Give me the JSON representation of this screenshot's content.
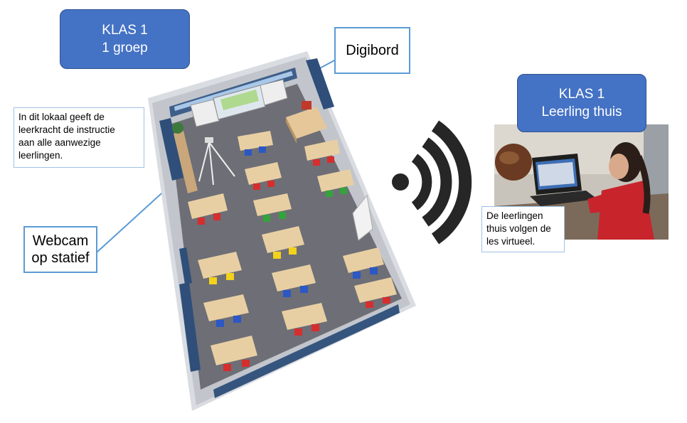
{
  "klas_groep": {
    "line1": "KLAS 1",
    "line2": "1 groep"
  },
  "klas_thuis": {
    "line1": "KLAS 1",
    "line2": "Leerling thuis"
  },
  "digibord_label": "Digibord",
  "webcam_label": {
    "line1": "Webcam",
    "line2": "op statief"
  },
  "instructie_note": {
    "line1": "In dit lokaal geeft de",
    "line2": "leerkracht de instructie",
    "line3": "aan alle aanwezige",
    "line4": "leerlingen."
  },
  "thuis_note": {
    "line1": "De leerlingen",
    "line2": "thuis volgen de",
    "line3": "les virtueel."
  },
  "colors": {
    "box_blue": "#4472c4",
    "callout_border": "#5b9bd5",
    "floor": "#6e6e76",
    "wifi": "#262626"
  },
  "icons": [
    "classroom-floorplan-image",
    "wifi-signal-icon",
    "student-at-home-photo"
  ]
}
